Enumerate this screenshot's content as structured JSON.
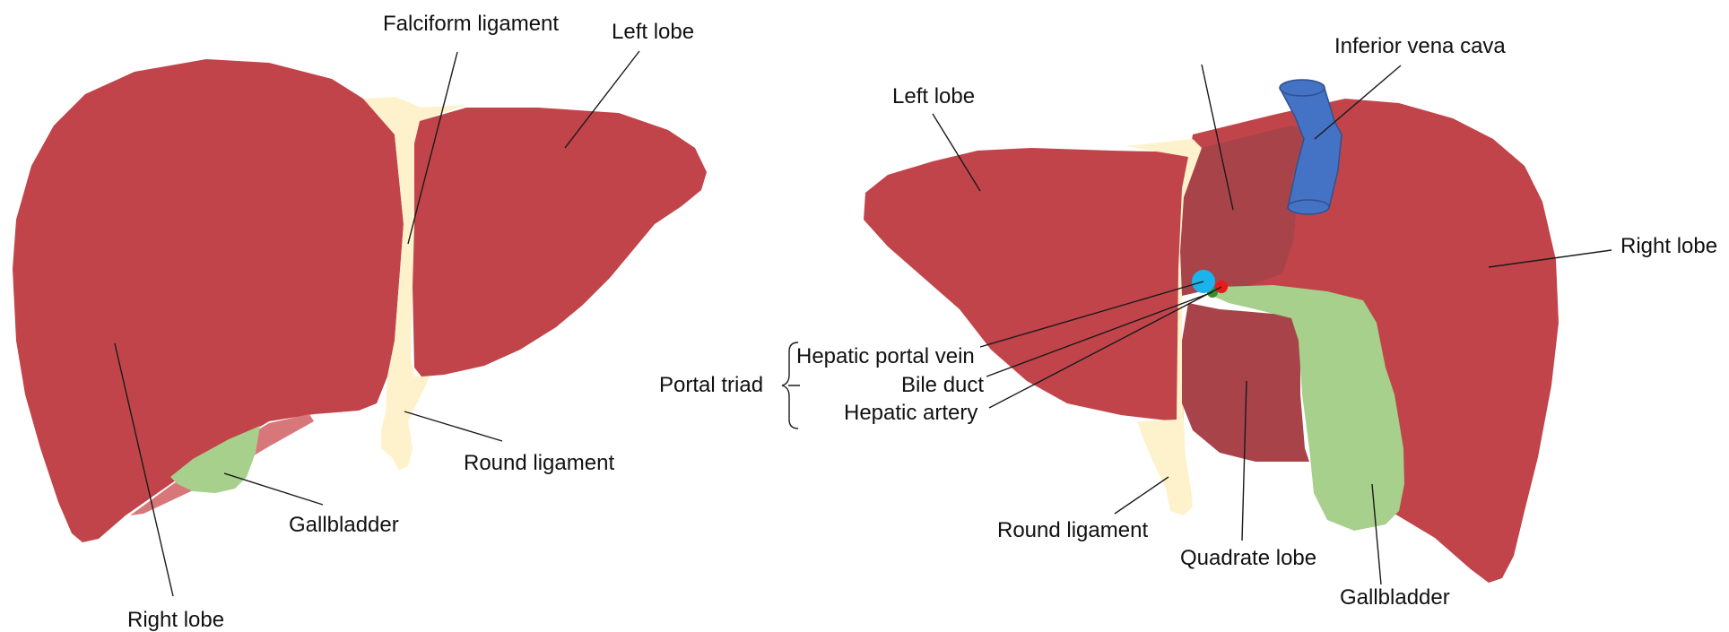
{
  "colors": {
    "liver": "#C1444A",
    "liver_light": "#D8777A",
    "lobe_shade": "#A8434A",
    "ligament": "#FDF2CC",
    "gallbladder": "#A6D08B",
    "vena_cava": "#4472C4",
    "vena_cava_stroke": "#2F528F",
    "portal_vein": "#1BB3EB",
    "bile_duct": "#3A8C2E",
    "artery": "#E81A1A",
    "leader": "#1A1A1A",
    "background": "#FFFFFF"
  },
  "anterior_view": {
    "labels": {
      "falciform_ligament": "Falciform ligament",
      "left_lobe": "Left lobe",
      "round_ligament": "Round ligament",
      "gallbladder": "Gallbladder",
      "right_lobe": "Right lobe"
    }
  },
  "inferior_view": {
    "labels": {
      "inferior_vena_cava": "Inferior vena cava",
      "left_lobe": "Left lobe",
      "right_lobe": "Right lobe",
      "portal_triad": "Portal triad",
      "hepatic_portal_vein": "Hepatic portal vein",
      "bile_duct": "Bile duct",
      "hepatic_artery": "Hepatic artery",
      "round_ligament": "Round ligament",
      "quadrate_lobe": "Quadrate lobe",
      "gallbladder": "Gallbladder"
    }
  }
}
